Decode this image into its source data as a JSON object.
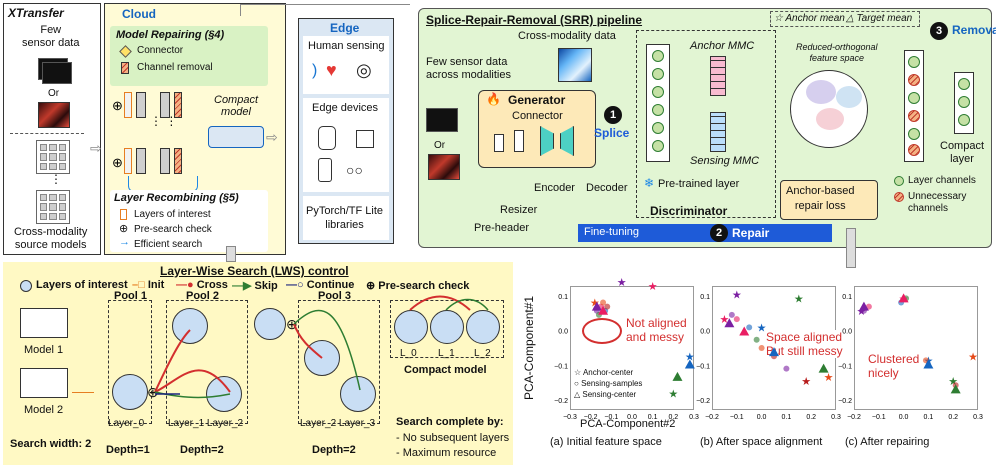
{
  "left_panel": {
    "title": "XTransfer",
    "few_sensor": "Few\nsensor data",
    "or": "Or",
    "cross_modality": "Cross-modality\nsource models"
  },
  "cloud": {
    "label": "Cloud",
    "model_repairing": "Model Repairing (§4)",
    "connector": "Connector",
    "channel_removal": "Channel removal",
    "compact_model": "Compact\nmodel",
    "layer_recombining": "Layer Recombining (§5)",
    "layers_of_interest": "Layers of interest",
    "pre_search_check": "Pre-search check",
    "efficient_search": "Efficient search"
  },
  "edge": {
    "label": "Edge",
    "human_sensing": "Human sensing",
    "edge_devices": "Edge devices",
    "libraries": "PyTorch/TF Lite\nlibraries"
  },
  "srr": {
    "title": "Splice-Repair-Removal (SRR) pipeline",
    "legend_anchor": "Anchor mean",
    "legend_target": "Target mean",
    "cross_modality_data": "Cross-modality data",
    "few_sensor_data": "Few sensor data\nacross modalities",
    "or": "Or",
    "generator": "Generator",
    "connector": "Connector",
    "resizer": "Resizer",
    "pre_header": "Pre-header",
    "encoder": "Encoder",
    "decoder": "Decoder",
    "step1": "1",
    "splice": "Splice",
    "anchor_mmc": "Anchor MMC",
    "sensing_mmc": "Sensing MMC",
    "pretrained_layer": "Pre-trained layer",
    "discriminator": "Discriminator",
    "feature_space": "Reduced-orthogonal\nfeature space",
    "anchor_repair_loss": "Anchor-based\nrepair loss",
    "fine_tuning": "Fine-tuning",
    "step2": "2",
    "repair": "Repair",
    "step3": "3",
    "removal": "Removal",
    "compact_layer": "Compact\nlayer",
    "layer_channels": "Layer channels",
    "unnecessary_channels": "Unnecessary\nchannels"
  },
  "lws": {
    "title": "Layer-Wise Search (LWS) control",
    "legend_layers": "Layers of interest",
    "legend_init": "Init",
    "legend_cross": "Cross",
    "legend_skip": "Skip",
    "legend_continue": "Continue",
    "legend_precheck": "Pre-search check",
    "model1": "Model 1",
    "model2": "Model 2",
    "search_width": "Search width: 2",
    "pool1": "Pool 1",
    "pool2": "Pool 2",
    "pool3": "Pool 3",
    "layer0": "Layer_0",
    "layer12": "Layer_1 Layer_2",
    "layer23": "Layer_2 Layer_3",
    "depth1": "Depth=1",
    "depth2a": "Depth=2",
    "depth2b": "Depth=2",
    "l0": "L_0",
    "l1": "L_1",
    "l2": "L_2",
    "compact_model": "Compact model",
    "search_complete": "Search complete by:",
    "cond1": "- No subsequent layers",
    "cond2": "- Maximum resource"
  },
  "chart_data": [
    {
      "type": "scatter",
      "title": "",
      "xlabel": "PCA-Component#2",
      "ylabel": "PCA-Component#1",
      "xlim": [
        -0.3,
        0.3
      ],
      "ylim": [
        -0.2,
        0.1
      ],
      "x_ticks": [
        "−0.3",
        "−0.2",
        "−0.1",
        "0.0",
        "0.1",
        "0.2",
        "0.3"
      ],
      "y_ticks": [
        "0.1",
        "0.0",
        "−0.1",
        "−0.2"
      ],
      "annotation": "Not aligned\nand messy",
      "legend": [
        "Anchor-center",
        "Sensing-samples",
        "Sensing-center"
      ],
      "caption": "(a) Initial feature space",
      "series": [
        {
          "marker": "star",
          "points": [
            [
              -0.05,
              0.11
            ],
            [
              0.1,
              0.1
            ],
            [
              0.28,
              -0.07
            ],
            [
              0.2,
              -0.16
            ],
            [
              -0.18,
              0.06
            ]
          ]
        },
        {
          "marker": "circle",
          "points": [
            [
              -0.17,
              0.04
            ],
            [
              -0.15,
              0.05
            ],
            [
              -0.13,
              0.04
            ],
            [
              -0.16,
              0.03
            ],
            [
              -0.14,
              0.06
            ],
            [
              -0.12,
              0.05
            ]
          ]
        },
        {
          "marker": "triangle",
          "points": [
            [
              -0.17,
              0.05
            ],
            [
              -0.14,
              0.04
            ],
            [
              0.28,
              -0.09
            ],
            [
              0.22,
              -0.12
            ]
          ]
        }
      ]
    },
    {
      "type": "scatter",
      "title": "",
      "xlabel": "",
      "ylabel": "",
      "xlim": [
        -0.2,
        0.3
      ],
      "ylim": [
        -0.2,
        0.1
      ],
      "x_ticks": [
        "−0.2",
        "−0.1",
        "0.0",
        "0.1",
        "0.2",
        "0.3"
      ],
      "y_ticks": [
        "0.1",
        "0.0",
        "−0.1",
        "−0.2"
      ],
      "annotation": "Space aligned\nBut still messy",
      "caption": "(b) After space alignment",
      "series": [
        {
          "marker": "star",
          "points": [
            [
              -0.1,
              0.08
            ],
            [
              -0.15,
              0.02
            ],
            [
              0.0,
              0.0
            ],
            [
              0.15,
              0.07
            ],
            [
              0.27,
              -0.12
            ],
            [
              0.18,
              -0.13
            ]
          ]
        },
        {
          "marker": "circle",
          "points": [
            [
              -0.12,
              0.03
            ],
            [
              -0.1,
              0.02
            ],
            [
              -0.05,
              0.0
            ],
            [
              -0.02,
              -0.03
            ],
            [
              0.0,
              -0.05
            ],
            [
              0.05,
              -0.07
            ],
            [
              0.1,
              -0.1
            ]
          ]
        },
        {
          "marker": "triangle",
          "points": [
            [
              -0.13,
              0.01
            ],
            [
              -0.07,
              -0.01
            ],
            [
              0.05,
              -0.06
            ],
            [
              0.25,
              -0.1
            ]
          ]
        }
      ]
    },
    {
      "type": "scatter",
      "title": "",
      "xlabel": "",
      "ylabel": "",
      "xlim": [
        -0.2,
        0.3
      ],
      "ylim": [
        -0.2,
        0.1
      ],
      "x_ticks": [
        "−0.2",
        "−0.1",
        "0.0",
        "0.1",
        "0.2",
        "0.3"
      ],
      "y_ticks": [
        "0.1",
        "0.0",
        "−0.1",
        "−0.2"
      ],
      "annotation": "Clustered\nnicely",
      "caption": "(c) After repairing",
      "series": [
        {
          "marker": "star",
          "points": [
            [
              -0.17,
              0.04
            ],
            [
              0.0,
              0.07
            ],
            [
              0.1,
              -0.08
            ],
            [
              0.2,
              -0.13
            ],
            [
              0.28,
              -0.07
            ]
          ]
        },
        {
          "marker": "circle",
          "points": [
            [
              -0.16,
              0.04
            ],
            [
              -0.14,
              0.05
            ],
            [
              -0.01,
              0.06
            ],
            [
              0.01,
              0.07
            ],
            [
              0.09,
              -0.08
            ],
            [
              0.21,
              -0.14
            ]
          ]
        },
        {
          "marker": "triangle",
          "points": [
            [
              -0.16,
              0.05
            ],
            [
              0.0,
              0.07
            ],
            [
              0.1,
              -0.09
            ],
            [
              0.21,
              -0.15
            ]
          ]
        }
      ]
    }
  ],
  "colors": {
    "cloud_bg": "#fffbd6",
    "srr_bg": "#e2f5d3",
    "edge_bg": "#dbe7f3",
    "lws_bg": "#fff9c4",
    "generator_bg": "#fde9b8",
    "repair_blue": "#1e5bd8"
  }
}
